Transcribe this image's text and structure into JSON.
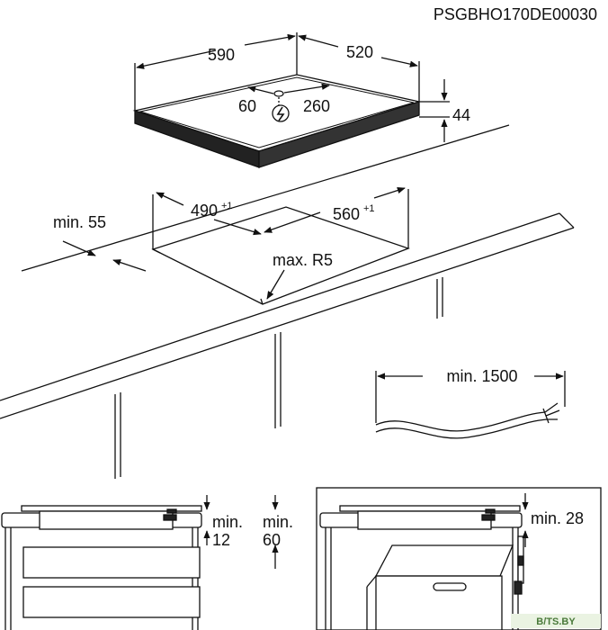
{
  "diagram": {
    "code": "PSGBHO170DE00030",
    "hob": {
      "width": "590",
      "depth": "520",
      "height": "44",
      "cable_left": "60",
      "cable_right": "260"
    },
    "cutout": {
      "width": "490",
      "width_tol": "+1",
      "depth": "560",
      "depth_tol": "+1",
      "edge_min": "min. 55",
      "radius": "max. R5"
    },
    "cable": {
      "min_length": "min. 1500"
    },
    "install_left": {
      "min_12_a": "min.",
      "min_12_b": "12",
      "min_60_a": "min.",
      "min_60_b": "60"
    },
    "install_right": {
      "min_28": "min. 28"
    },
    "watermark": "B/TS.BY",
    "colors": {
      "line": "#111111",
      "hob_dark": "#222222",
      "background": "#ffffff"
    }
  }
}
